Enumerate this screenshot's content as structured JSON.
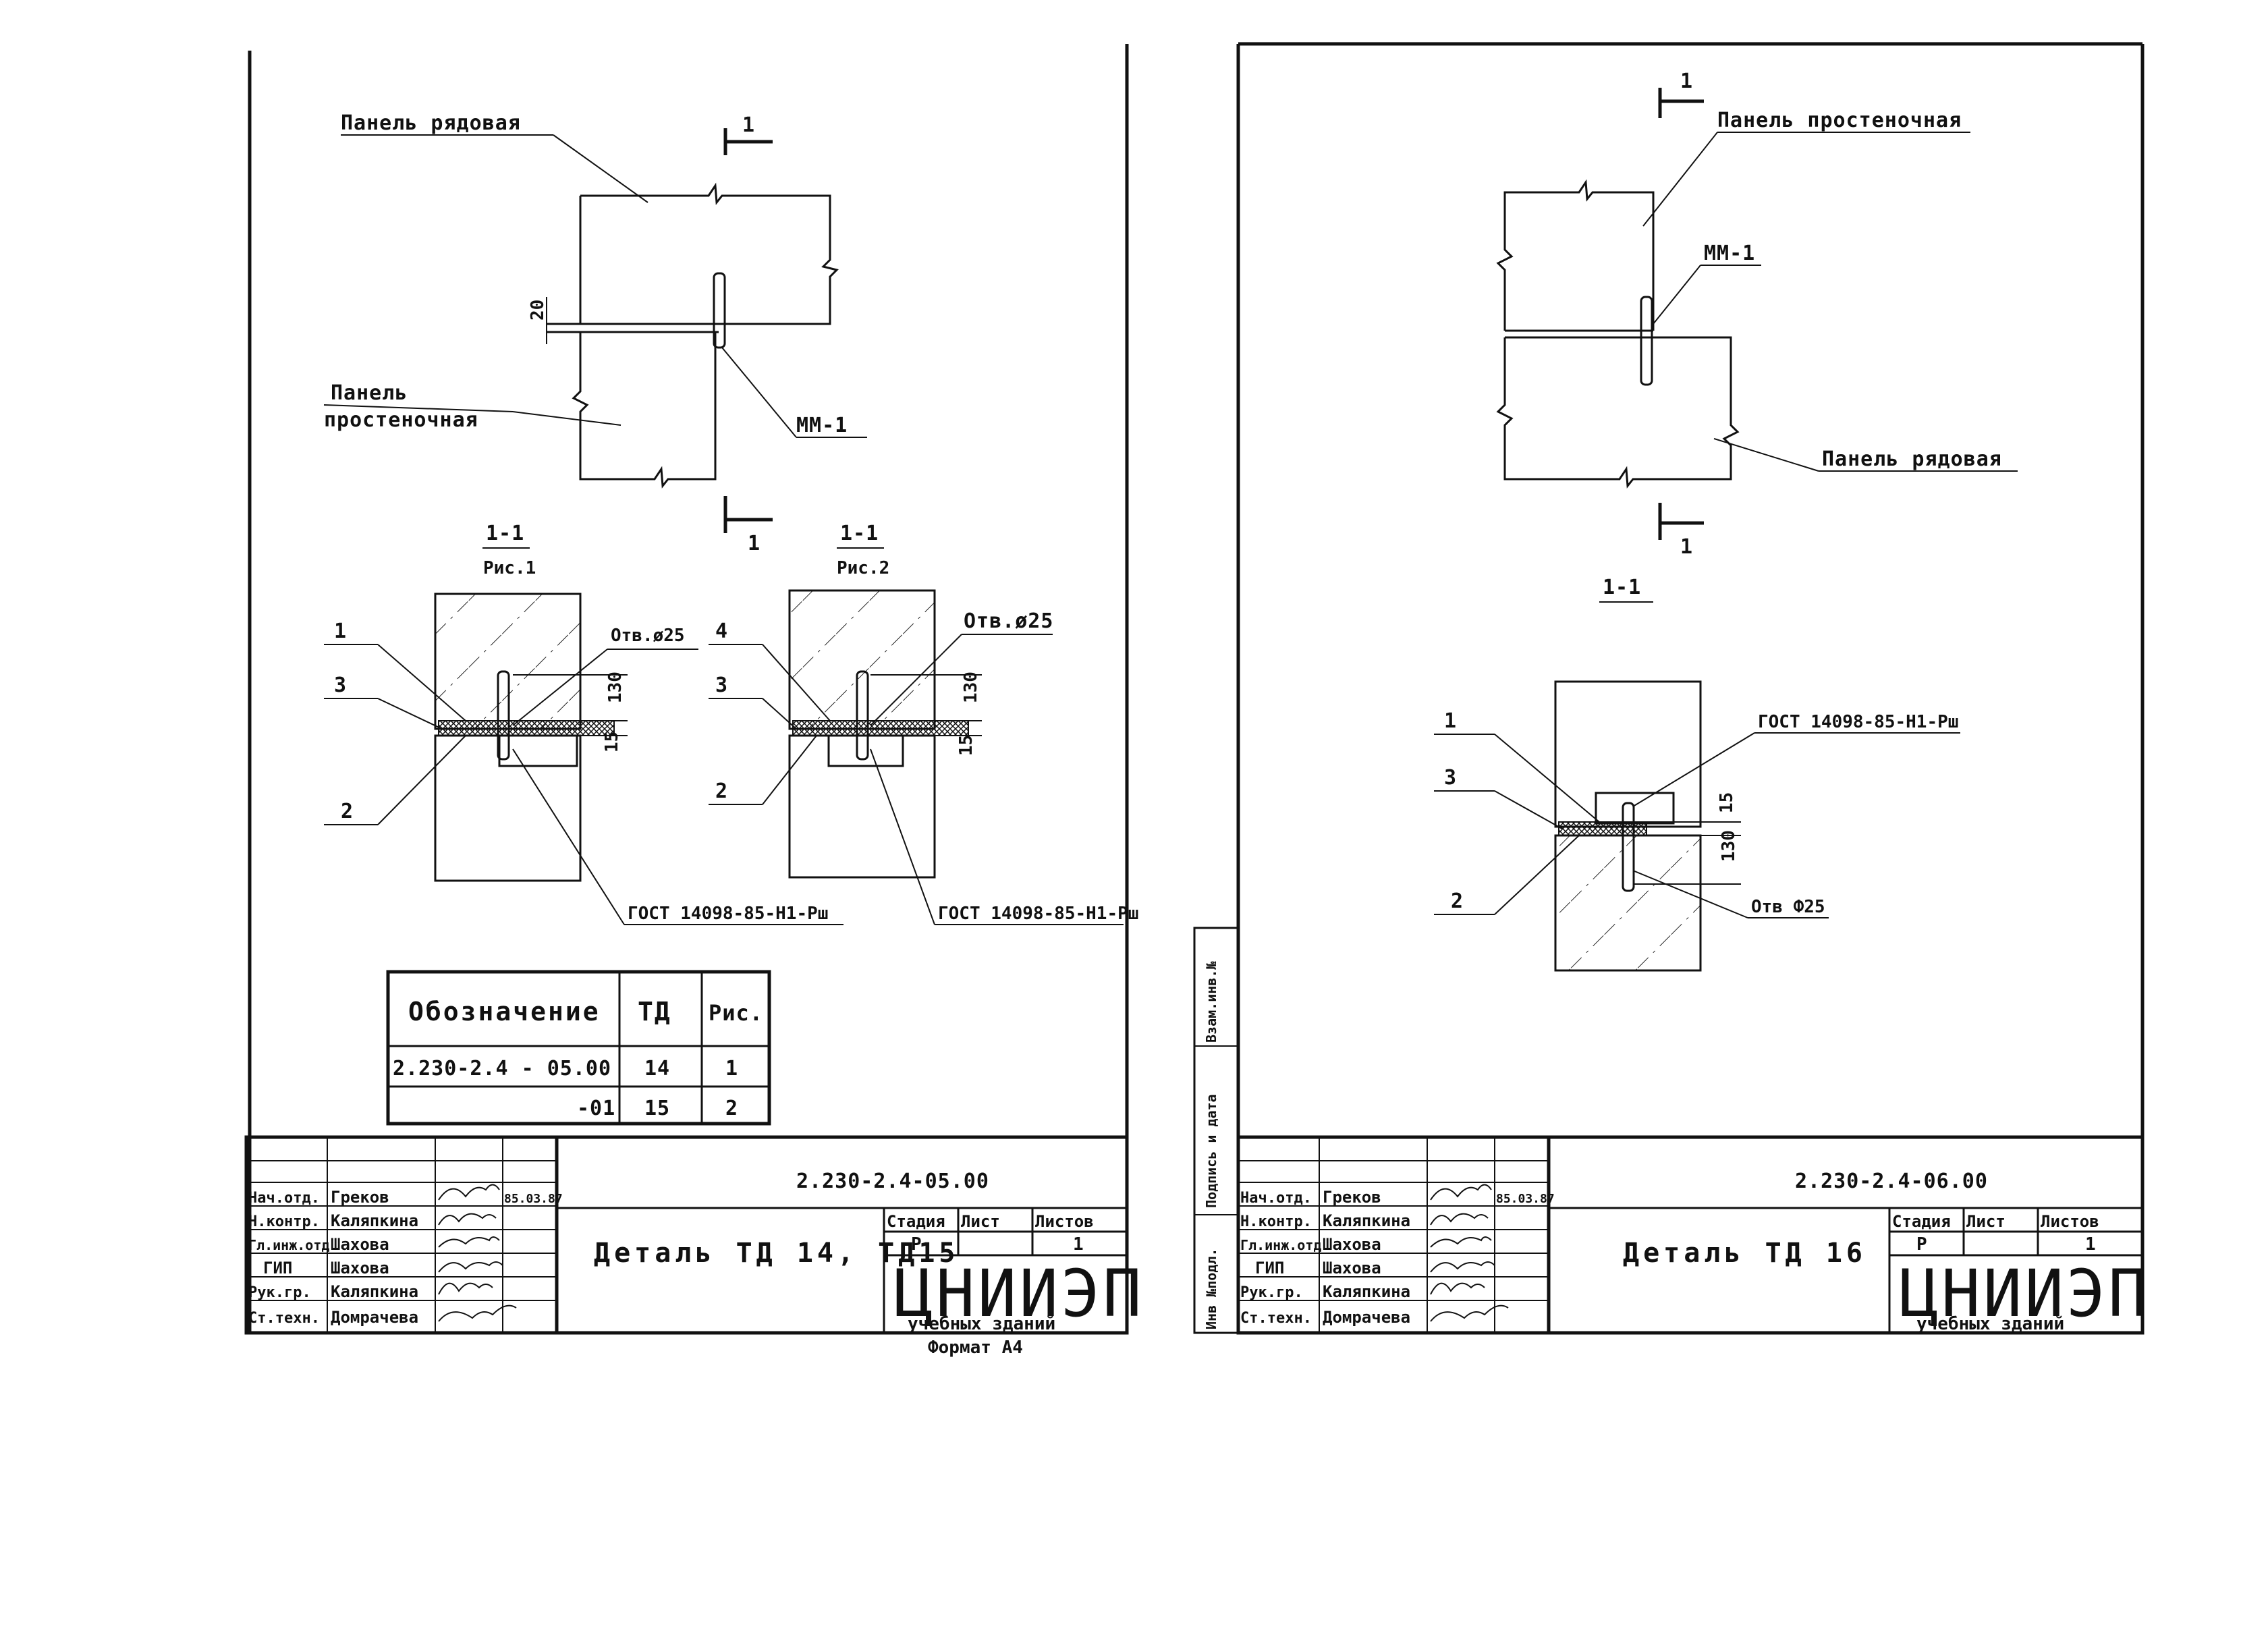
{
  "left_sheet": {
    "plan": {
      "label_row_panel": "Панель рядовая",
      "label_pier_panel_1": "Панель",
      "label_pier_panel_2": "простеночная",
      "dim_gap": "20",
      "part_mm": "ММ-1",
      "section_mark": "1"
    },
    "sections": [
      {
        "title": "1-1",
        "subtitle": "Рис.1",
        "callouts": [
          "1",
          "3",
          "2"
        ],
        "hole": "Отв.ø25",
        "dim_upper": "130",
        "dim_lower": "15",
        "gost": "ГОСТ 14098-85-Н1-Рш"
      },
      {
        "title": "1-1",
        "subtitle": "Рис.2",
        "callouts": [
          "4",
          "3",
          "2"
        ],
        "hole": "Отв.ø25",
        "dim_upper": "130",
        "dim_lower": "15",
        "gost": "ГОСТ 14098-85-Н1-Рш"
      }
    ],
    "table": {
      "headers": [
        "Обозначение",
        "ТД",
        "Рис."
      ],
      "rows": [
        [
          "2.230-2.4 - 05.00",
          "14",
          "1"
        ],
        [
          "-01",
          "15",
          "2"
        ]
      ]
    },
    "title_block": {
      "doc_code": "2.230-2.4-05.00",
      "title": "Деталь ТД 14, ТД15",
      "stage_header": "Стадия",
      "sheet_header": "Лист",
      "sheets_header": "Листов",
      "stage": "Р",
      "sheets": "1",
      "org_logo": "ЦНИИЭП",
      "org_sub": "учебных зданий",
      "format": "Формат А4",
      "date": "85.03.87",
      "staff": [
        {
          "role": "Нач.отд.",
          "name": "Греков"
        },
        {
          "role": "Н.контр.",
          "name": "Каляпкина"
        },
        {
          "role": "Гл.инж.отд",
          "name": "Шахова"
        },
        {
          "role": "ГИП",
          "name": "Шахова"
        },
        {
          "role": "Рук.гр.",
          "name": "Каляпкина"
        },
        {
          "role": "Ст.техн.",
          "name": "Домрачева"
        }
      ]
    }
  },
  "right_sheet": {
    "plan": {
      "label_pier_panel": "Панель простеночная",
      "label_row_panel": "Панель рядовая",
      "part_mm": "ММ-1",
      "section_mark": "1"
    },
    "section": {
      "title": "1-1",
      "callouts": [
        "1",
        "3",
        "2"
      ],
      "gost": "ГОСТ 14098-85-Н1-Рш",
      "dim_upper": "15",
      "dim_lower": "130",
      "hole": "Отв Ф25"
    },
    "side_stamp": {
      "inv_no": "Инв №подл.",
      "sign_date": "Подпись и дата",
      "replace_inv": "Взам.инв.№"
    },
    "title_block": {
      "doc_code": "2.230-2.4-06.00",
      "title": "Деталь ТД 16",
      "stage_header": "Стадия",
      "sheet_header": "Лист",
      "sheets_header": "Листов",
      "stage": "Р",
      "sheets": "1",
      "org_logo": "ЦНИИЭП",
      "org_sub": "учебных зданий",
      "date": "85.03.87",
      "staff": [
        {
          "role": "Нач.отд.",
          "name": "Греков"
        },
        {
          "role": "Н.контр.",
          "name": "Каляпкина"
        },
        {
          "role": "Гл.инж.отд",
          "name": "Шахова"
        },
        {
          "role": "ГИП",
          "name": "Шахова"
        },
        {
          "role": "Рук.гр.",
          "name": "Каляпкина"
        },
        {
          "role": "Ст.техн.",
          "name": "Домрачева"
        }
      ]
    }
  }
}
